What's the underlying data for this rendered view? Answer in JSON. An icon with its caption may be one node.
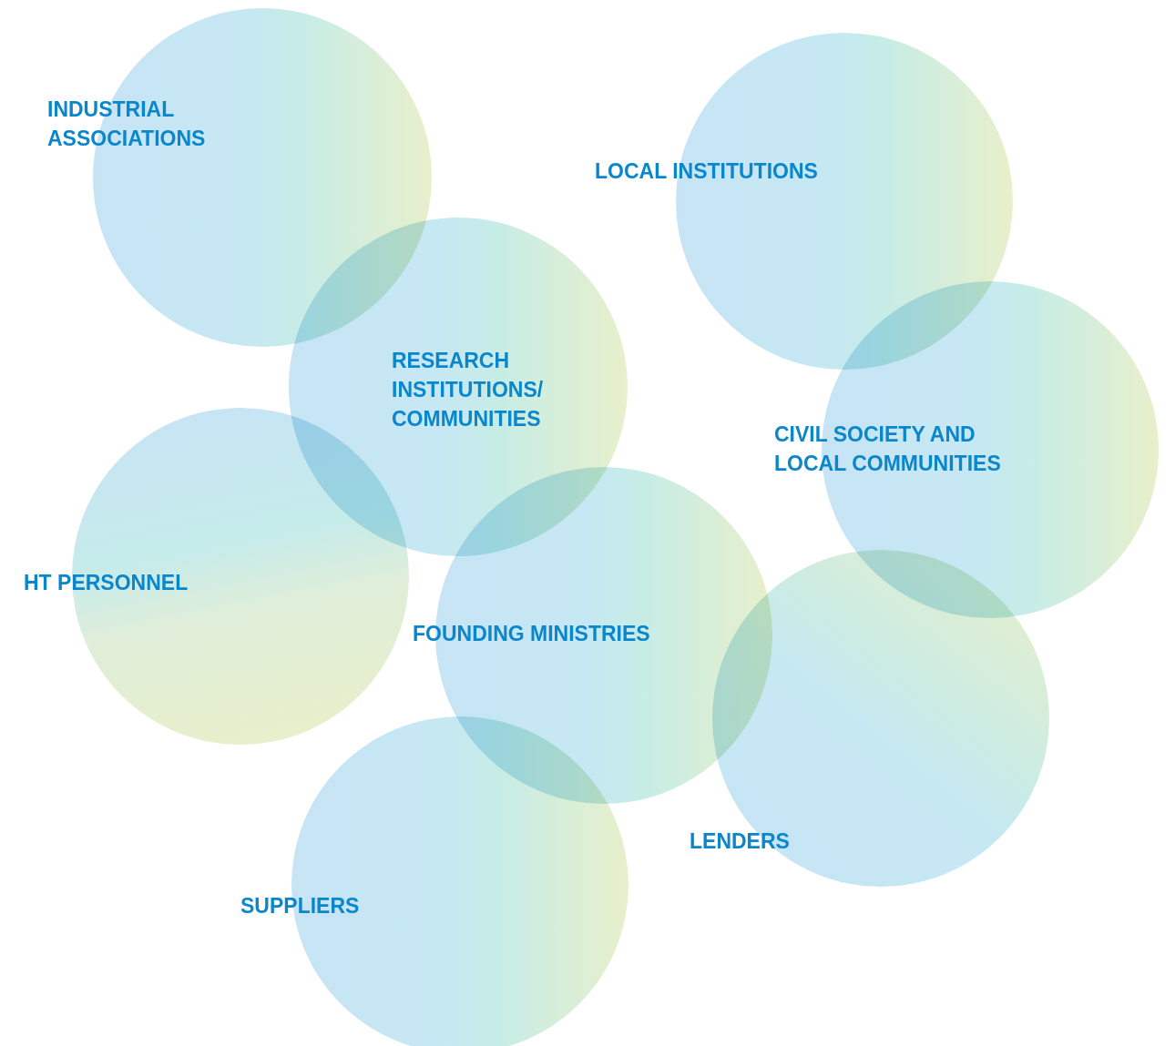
{
  "diagram": {
    "nodes": [
      {
        "text": [
          "INDUSTRIAL ASSOCIATIONS"
        ]
      },
      {
        "text": [
          "LOCAL INSTITUTIONS"
        ]
      },
      {
        "text": [
          "RESEARCH INSTITUTIONS/ COMMUNITIES"
        ]
      },
      {
        "text": [
          "CIVIL SOCIETY AND LOCAL COMMUNITIES"
        ]
      },
      {
        "text": [
          "HT PERSONNEL"
        ]
      },
      {
        "text": [
          "FOUNDING MINISTRIES"
        ]
      },
      {
        "text": [
          "LENDERS"
        ]
      },
      {
        "text": [
          "SUPPLIERS"
        ]
      }
    ]
  }
}
